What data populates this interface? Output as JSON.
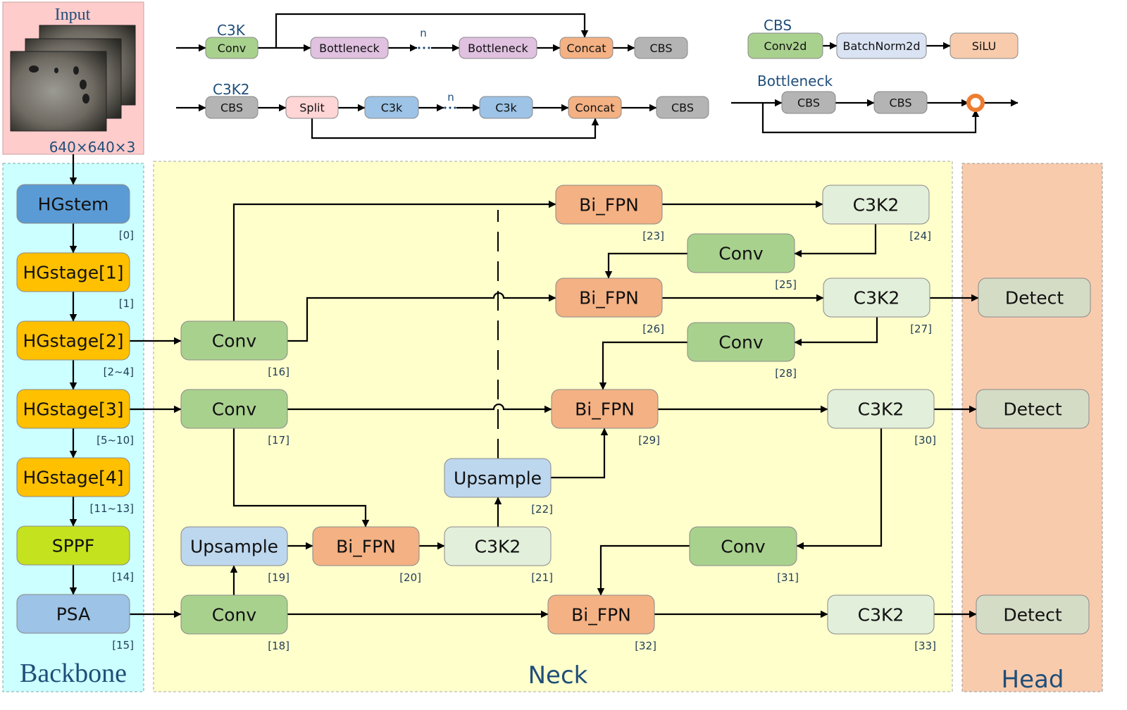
{
  "input": {
    "title": "Input",
    "size": "640×640×3"
  },
  "regions": {
    "backbone": "Backbone",
    "neck": "Neck",
    "head": "Head"
  },
  "colors": {
    "input_bg": "#ffcccc",
    "backbone_bg": "#ccffff",
    "neck_bg": "#ffffcc",
    "head_bg": "#f8cbad",
    "HGstem": "#5b9bd5",
    "HGstage": "#ffc000",
    "SPPF": "#c5e21e",
    "PSA": "#9dc3e6",
    "Conv": "#a9d18e",
    "Bi_FPN": "#f4b183",
    "C3K2": "#e2efda",
    "Upsample": "#bdd7ee",
    "Detect": "#d5dcc6",
    "CBS": "#b4b4b4",
    "Bottleneck": "#e0c1e0",
    "Split": "#ffd5d5",
    "C3k": "#9dc3e6",
    "Concat": "#f4b183",
    "Conv2d": "#a9d18e",
    "BatchNorm2d": "#dae3f3",
    "SiLU": "#f8cbad",
    "add": "#ed7d31"
  },
  "modules": {
    "c3k": {
      "title": "C3K",
      "n": "n",
      "blocks": [
        "Conv",
        "Bottleneck",
        "Bottleneck",
        "Concat",
        "CBS"
      ]
    },
    "c3k2": {
      "title": "C3K2",
      "n": "n",
      "blocks": [
        "CBS",
        "Split",
        "C3k",
        "C3k",
        "Concat",
        "CBS"
      ]
    },
    "cbs": {
      "title": "CBS",
      "blocks": [
        "Conv2d",
        "BatchNorm2d",
        "SiLU"
      ]
    },
    "bottleneck": {
      "title": "Bottleneck",
      "blocks": [
        "CBS",
        "CBS"
      ]
    }
  },
  "nodes": [
    {
      "id": "hgstem",
      "label": "HGstem",
      "index": "[0]",
      "type": "HGstem"
    },
    {
      "id": "hgstage1",
      "label": "HGstage[1]",
      "index": "[1]",
      "type": "HGstage"
    },
    {
      "id": "hgstage2",
      "label": "HGstage[2]",
      "index": "[2~4]",
      "type": "HGstage"
    },
    {
      "id": "hgstage3",
      "label": "HGstage[3]",
      "index": "[5~10]",
      "type": "HGstage"
    },
    {
      "id": "hgstage4",
      "label": "HGstage[4]",
      "index": "[11~13]",
      "type": "HGstage"
    },
    {
      "id": "sppf",
      "label": "SPPF",
      "index": "[14]",
      "type": "SPPF"
    },
    {
      "id": "psa",
      "label": "PSA",
      "index": "[15]",
      "type": "PSA"
    },
    {
      "id": "conv16",
      "label": "Conv",
      "index": "[16]",
      "type": "Conv"
    },
    {
      "id": "conv17",
      "label": "Conv",
      "index": "[17]",
      "type": "Conv"
    },
    {
      "id": "conv18",
      "label": "Conv",
      "index": "[18]",
      "type": "Conv"
    },
    {
      "id": "up19",
      "label": "Upsample",
      "index": "[19]",
      "type": "Upsample"
    },
    {
      "id": "bifpn20",
      "label": "Bi_FPN",
      "index": "[20]",
      "type": "Bi_FPN"
    },
    {
      "id": "c3k2_21",
      "label": "C3K2",
      "index": "[21]",
      "type": "C3K2"
    },
    {
      "id": "up22",
      "label": "Upsample",
      "index": "[22]",
      "type": "Upsample"
    },
    {
      "id": "bifpn23",
      "label": "Bi_FPN",
      "index": "[23]",
      "type": "Bi_FPN"
    },
    {
      "id": "c3k2_24",
      "label": "C3K2",
      "index": "[24]",
      "type": "C3K2"
    },
    {
      "id": "conv25",
      "label": "Conv",
      "index": "[25]",
      "type": "Conv"
    },
    {
      "id": "bifpn26",
      "label": "Bi_FPN",
      "index": "[26]",
      "type": "Bi_FPN"
    },
    {
      "id": "c3k2_27",
      "label": "C3K2",
      "index": "[27]",
      "type": "C3K2"
    },
    {
      "id": "conv28",
      "label": "Conv",
      "index": "[28]",
      "type": "Conv"
    },
    {
      "id": "bifpn29",
      "label": "Bi_FPN",
      "index": "[29]",
      "type": "Bi_FPN"
    },
    {
      "id": "c3k2_30",
      "label": "C3K2",
      "index": "[30]",
      "type": "C3K2"
    },
    {
      "id": "conv31",
      "label": "Conv",
      "index": "[31]",
      "type": "Conv"
    },
    {
      "id": "bifpn32",
      "label": "Bi_FPN",
      "index": "[32]",
      "type": "Bi_FPN"
    },
    {
      "id": "c3k2_33",
      "label": "C3K2",
      "index": "[33]",
      "type": "C3K2"
    },
    {
      "id": "detect1",
      "label": "Detect",
      "index": "",
      "type": "Detect"
    },
    {
      "id": "detect2",
      "label": "Detect",
      "index": "",
      "type": "Detect"
    },
    {
      "id": "detect3",
      "label": "Detect",
      "index": "",
      "type": "Detect"
    }
  ]
}
